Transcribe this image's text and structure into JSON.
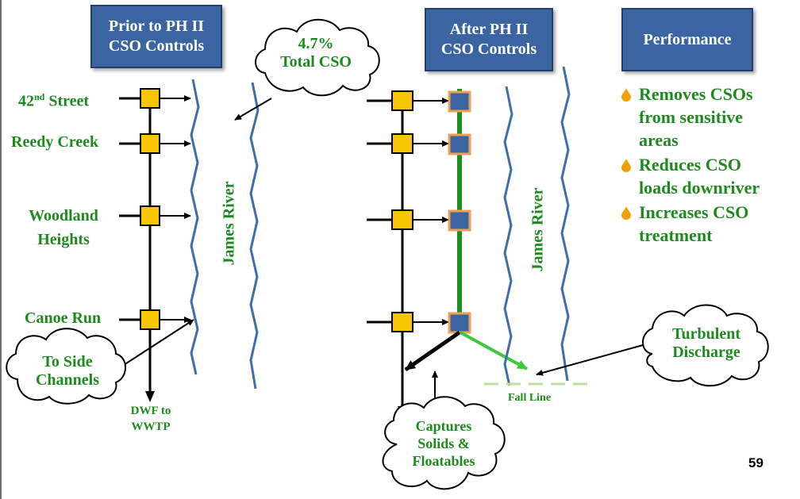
{
  "headers": {
    "prior": [
      "Prior to PH II",
      "CSO Controls"
    ],
    "after": [
      "After PH II",
      "CSO Controls"
    ],
    "performance": "Performance"
  },
  "outfalls": {
    "street42_main": "42",
    "street42_sup": "nd",
    "street42_rest": " Street",
    "reedy": "Reedy Creek",
    "woodland": [
      "Woodland",
      "Heights"
    ],
    "canoe": "Canoe Run"
  },
  "river_label": "James River",
  "dwf": [
    "DWF to",
    "WWTP"
  ],
  "fall_line": "Fall Line",
  "clouds": {
    "total_cso": [
      "4.7%",
      "Total CSO"
    ],
    "side_channels": [
      "To Side",
      "Channels"
    ],
    "captures": [
      "Captures",
      "Solids &",
      "Floatables"
    ],
    "turbulent": [
      "Turbulent",
      "Discharge"
    ]
  },
  "performance_items": [
    [
      "Removes CSOs",
      "from sensitive",
      "areas"
    ],
    [
      "Reduces CSO",
      "loads downriver"
    ],
    [
      "Increases CSO",
      "treatment"
    ]
  ],
  "page_number": "59",
  "colors": {
    "header_blue": "#3a65a0",
    "label_green": "#1d8a1d",
    "outfall_yellow": "#f7c600",
    "outfall_box_blue": "#3a65a0",
    "river_blue": "#3f6ea8",
    "bullet_orange": "#f0a000",
    "fall_line_green": "#b8e0a0"
  },
  "icons": {
    "bullet": "drop-bullet-icon"
  }
}
